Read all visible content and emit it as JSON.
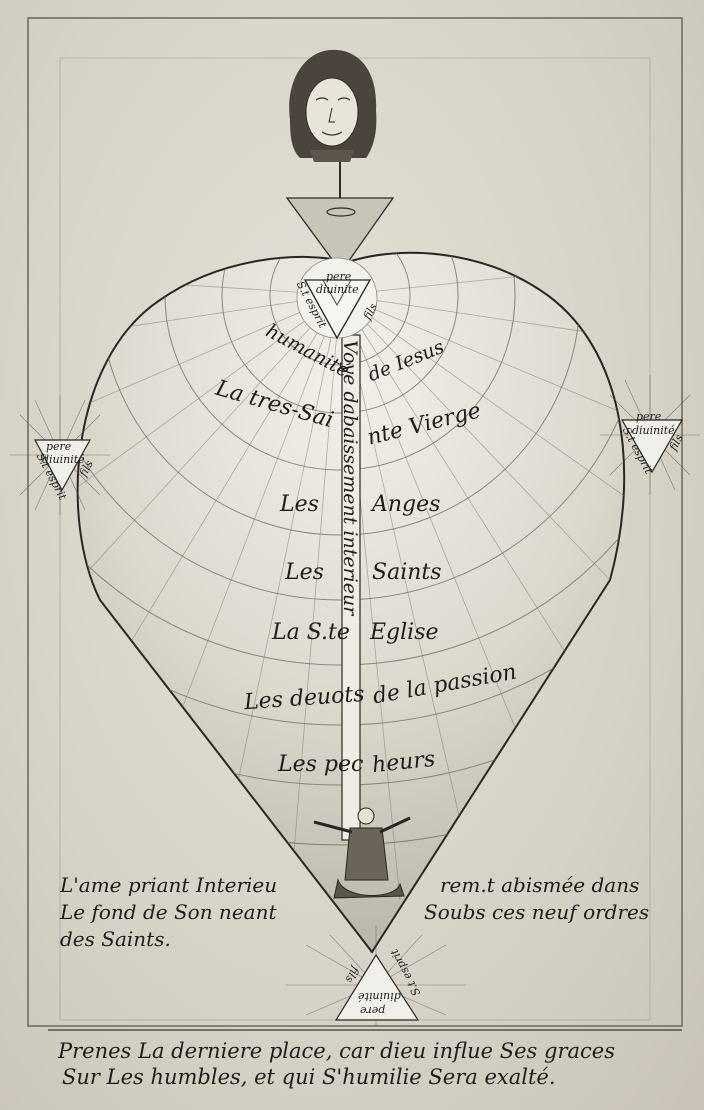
{
  "triangles": {
    "top": {
      "pere": "pere",
      "diuinite": "diuinite",
      "fils": "fils",
      "st_esprit": "S.t esprit"
    },
    "left": {
      "pere": "pere",
      "diuinite": "diuinité",
      "fils": "fils",
      "st_esprit": "S.t esprit"
    },
    "right": {
      "pere": "pere",
      "diuinite": "diuinité",
      "fils": "fils",
      "st_esprit": "S.t esprit"
    },
    "bottom": {
      "pere": "pere",
      "diuinite": "diuinité",
      "fils": "fils",
      "st_esprit": "S.t esprit"
    }
  },
  "central_axis": "Voye dabaissement interieur",
  "orders": [
    {
      "left": "humanité",
      "right": "de Iesus"
    },
    {
      "left": "La tres-Sai",
      "right": "nte Vierge"
    },
    {
      "left": "Les",
      "right": "Anges"
    },
    {
      "left": "Les",
      "right": "Saints"
    },
    {
      "left": "La S.te",
      "right": "Eglise"
    },
    {
      "left": "Les deuots",
      "right": "de la passion"
    },
    {
      "left": "Les pec",
      "right": "heurs"
    }
  ],
  "caption": {
    "left_line1": "L'ame priant Interieu",
    "left_line2": "Le fond de Son neant",
    "left_line3": "des Saints.",
    "right_line1": "rem.t abismée dans",
    "right_line2": "Soubs ces neuf ordres"
  },
  "motto": {
    "line1": "Prenes La derniere place, car dieu influe Ses graces",
    "line2": "Sur Les humbles, et qui S'humilie Sera exalté."
  }
}
